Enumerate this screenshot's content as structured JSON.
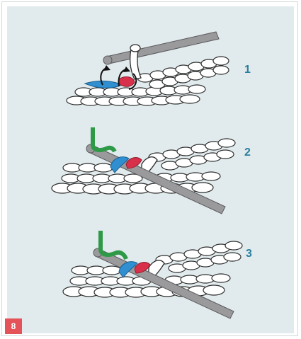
{
  "figure_badge": "8",
  "steps": [
    {
      "number": "1"
    },
    {
      "number": "2"
    },
    {
      "number": "3"
    }
  ],
  "colors": {
    "panel": "#e1eaec",
    "hook": "#9a9a9c",
    "yarn_white": "#ffffff",
    "outline": "#2d2d2d",
    "blue_loop": "#2f8fd0",
    "red_loop": "#d8304a",
    "green_yarn": "#2e9a48",
    "step_number": "#2a7f9e",
    "badge": "#e5535a"
  },
  "icons": [
    "crochet-hook-icon",
    "yarn-arrow-icon"
  ]
}
